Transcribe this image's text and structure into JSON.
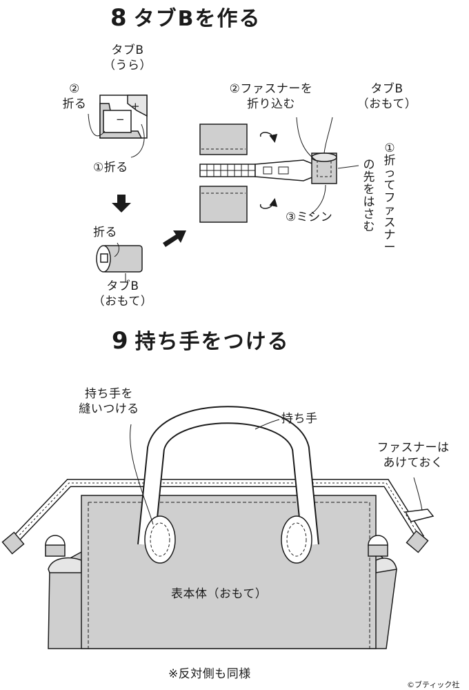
{
  "step8": {
    "num": "8",
    "title": "タブBを作る",
    "tab_b_back": [
      "タブB",
      "（うら）"
    ],
    "fold_2": [
      "②",
      "折る"
    ],
    "fold_1": "①折る",
    "plus": "+",
    "minus": "−",
    "fold": "折る",
    "tab_b_front_bottom": [
      "タブB",
      "（おもて）"
    ],
    "zipper_fold_in": [
      "②ファスナーを",
      "折り込む"
    ],
    "tab_b_front_right": [
      "タブB",
      "（おもて）"
    ],
    "vertical_col1": "①折ってファスナー",
    "vertical_col2": "の先をはさむ",
    "sew": "③ミシン"
  },
  "step9": {
    "num": "9",
    "title": "持ち手をつける",
    "sew_handle": [
      "持ち手を",
      "縫いつける"
    ],
    "handle": "持ち手",
    "zipper_open": [
      "ファスナーは",
      "あけておく"
    ],
    "outer_body": "表本体（おもて）"
  },
  "note": "※反対側も同様",
  "copyright": "©ブティック社",
  "colors": {
    "fill_gray": "#cfcfcf",
    "line": "#1a1a1a",
    "paper": "#ffffff"
  }
}
